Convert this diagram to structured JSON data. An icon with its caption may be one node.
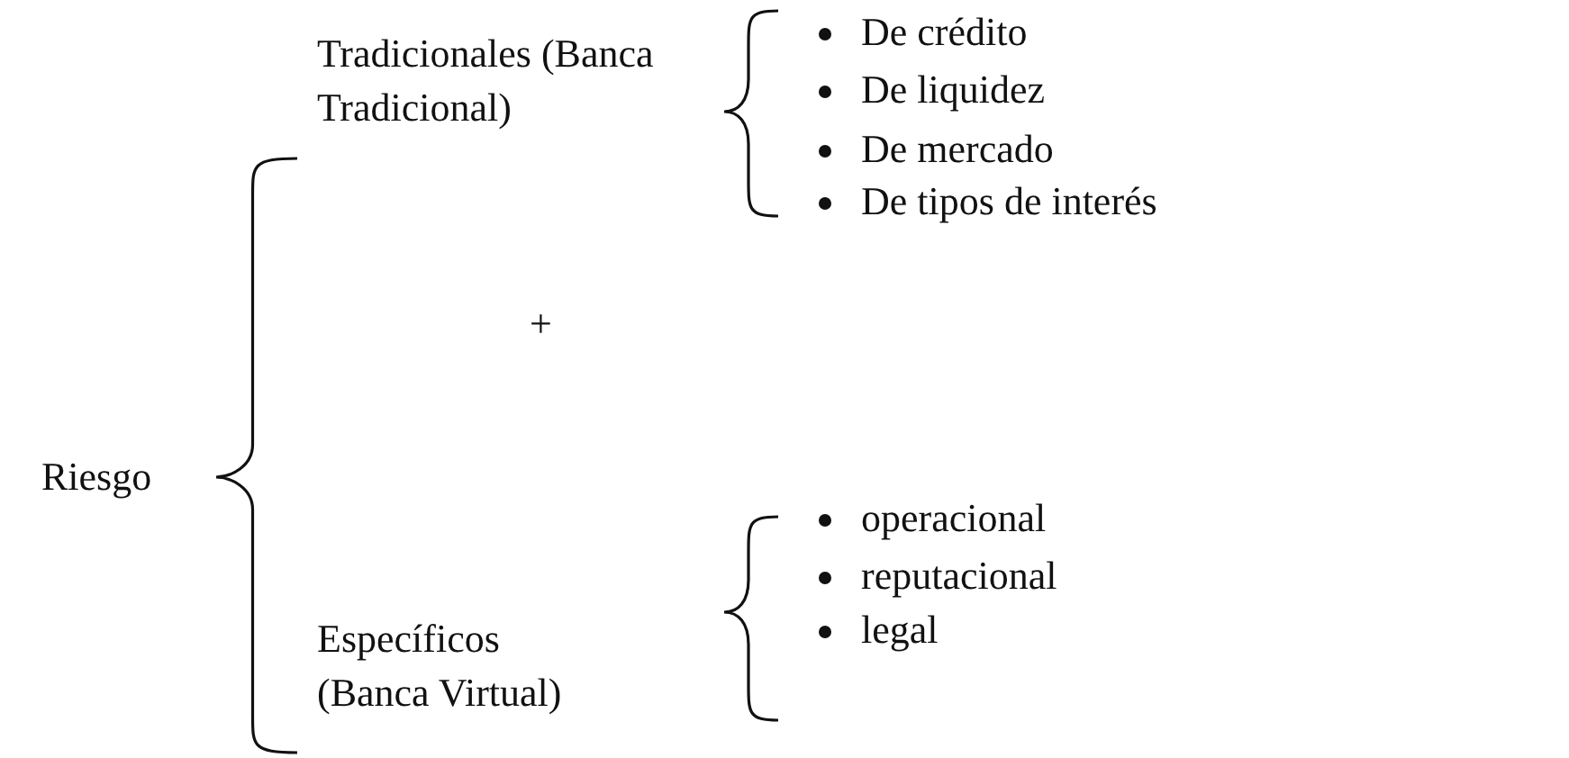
{
  "diagram": {
    "labels": [
      "Tradicionales (Banca Tradicional)",
      "De crédito",
      "De liquidez",
      "De mercado",
      "De tipos de interés",
      "Riesgo",
      "+",
      "Específicos (Banca Virtual)",
      "operacional",
      "reputacional",
      "legal"
    ]
  }
}
